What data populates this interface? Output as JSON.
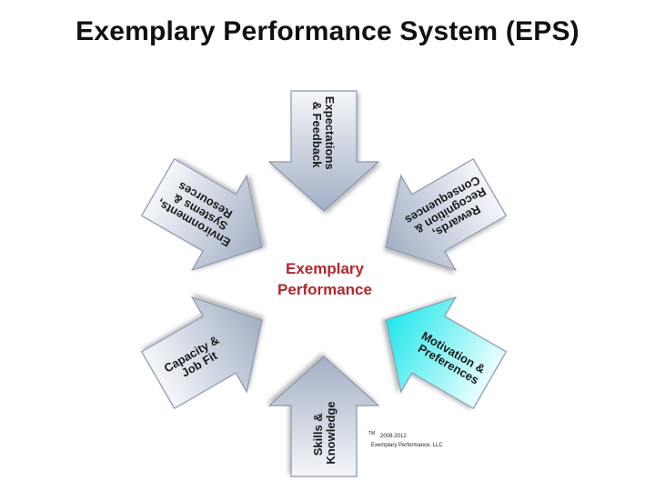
{
  "title": "Exemplary Performance System (EPS)",
  "center": {
    "line1": "Exemplary",
    "line2": "Performance"
  },
  "arrows": [
    {
      "id": "top",
      "lines": [
        "Expectations",
        "& Feedback"
      ],
      "highlighted": false
    },
    {
      "id": "upper-right",
      "lines": [
        "Rewards,",
        "Recognition &",
        "Consequences"
      ],
      "highlighted": false
    },
    {
      "id": "lower-right",
      "lines": [
        "Motivation &",
        "Preferences"
      ],
      "highlighted": true
    },
    {
      "id": "bottom",
      "lines": [
        "Skills &",
        "Knowledge"
      ],
      "highlighted": false
    },
    {
      "id": "lower-left",
      "lines": [
        "Capacity &",
        "Job Fit"
      ],
      "highlighted": false
    },
    {
      "id": "upper-left",
      "lines": [
        "Environments,",
        "Systems &",
        "Resources"
      ],
      "highlighted": false
    }
  ],
  "copyright": {
    "tm": "TM",
    "years": "2008-2012",
    "owner": "Exemplary Performance, LLC"
  },
  "colors": {
    "arrow_fill_top": "#f4f6fa",
    "arrow_fill_bottom": "#a3afc4",
    "highlight_fill_top": "#e9ffff",
    "highlight_fill_bottom": "#1fe6ea",
    "center_text": "#b3262c"
  }
}
